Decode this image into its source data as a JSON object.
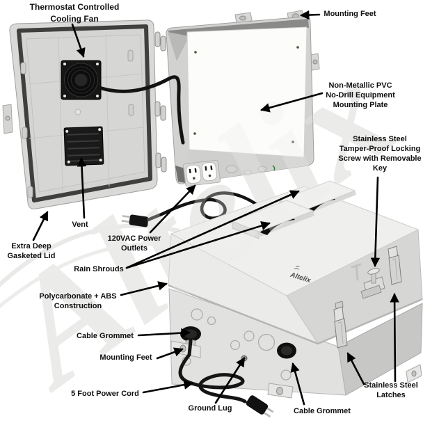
{
  "brand": {
    "product_logo": "Altelix",
    "watermark": "Altelix"
  },
  "colors": {
    "background": "#ffffff",
    "label_text": "#101010",
    "arrow": "#000000",
    "enclosure_light": "#eeeeec",
    "enclosure_mid": "#d6d6d4",
    "enclosure_dark": "#c7c7c5",
    "gasket": "#3f3f3d",
    "fan_black": "#161616",
    "outlet_white": "#fdfdfc",
    "watermark_gray": "#e9e9e7"
  },
  "callouts": {
    "thermostat_fan": {
      "lines": [
        "Thermostat Controlled",
        "Cooling Fan"
      ]
    },
    "mounting_feet_top": {
      "lines": [
        "Mounting Feet"
      ]
    },
    "mounting_plate": {
      "lines": [
        "Non-Metallic PVC",
        "No-Drill Equipment",
        "Mounting Plate"
      ]
    },
    "locking_screw": {
      "lines": [
        "Stainless Steel",
        "Tamper-Proof Locking",
        "Screw with Removable",
        "Key"
      ]
    },
    "vent": {
      "lines": [
        "Vent"
      ]
    },
    "gasketed_lid": {
      "lines": [
        "Extra Deep",
        "Gasketed Lid"
      ]
    },
    "power_outlets": {
      "lines": [
        "120VAC Power",
        "Outlets"
      ]
    },
    "rain_shrouds": {
      "lines": [
        "Rain Shrouds"
      ]
    },
    "construction": {
      "lines": [
        "Polycarbonate + ABS",
        "Construction"
      ]
    },
    "cable_grommet_left": {
      "lines": [
        "Cable Grommet"
      ]
    },
    "mounting_feet_bottom": {
      "lines": [
        "Mounting Feet"
      ]
    },
    "power_cord": {
      "lines": [
        "5 Foot Power Cord"
      ]
    },
    "ground_lug": {
      "lines": [
        "Ground Lug"
      ]
    },
    "cable_grommet_bottom": {
      "lines": [
        "Cable Grommet"
      ]
    },
    "latches": {
      "lines": [
        "Stainless Steel",
        "Latches"
      ]
    }
  }
}
